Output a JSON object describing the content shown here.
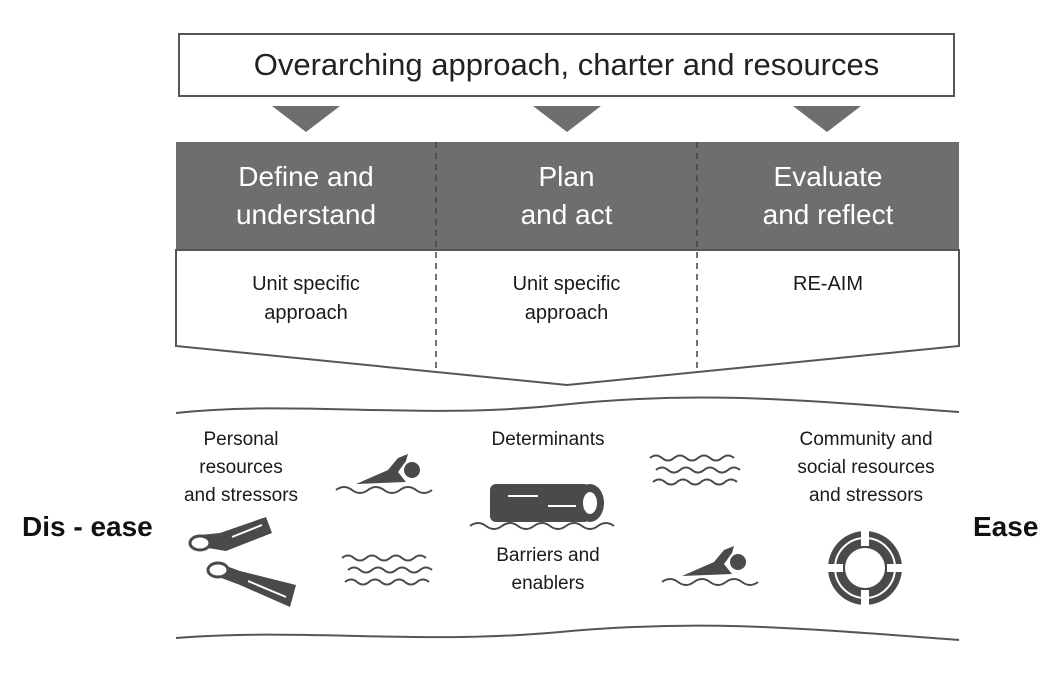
{
  "top_box": {
    "label": "Overarching approach, charter and resources"
  },
  "stages": [
    {
      "line1": "Define and",
      "line2": "understand",
      "sub_line1": "Unit specific",
      "sub_line2": "approach"
    },
    {
      "line1": "Plan",
      "line2": "and act",
      "sub_line1": "Unit specific",
      "sub_line2": "approach"
    },
    {
      "line1": "Evaluate",
      "line2": "and reflect",
      "sub_line1": "RE-AIM",
      "sub_line2": ""
    }
  ],
  "river": {
    "personal": [
      "Personal",
      "resources",
      "and stressors"
    ],
    "determinants": "Determinants",
    "barriers": [
      "Barriers and",
      "enablers"
    ],
    "community": [
      "Community and",
      "social resources",
      "and stressors"
    ]
  },
  "sides": {
    "left": "Dis - ease",
    "right": "Ease"
  },
  "colors": {
    "header_fill": "#6e6e6e",
    "outline": "#555555",
    "icon": "#4a4a4a"
  },
  "icons": [
    "arrow-down-icon",
    "swimmer-icon",
    "flippers-icon",
    "log-icon",
    "waves-icon",
    "life-ring-icon"
  ]
}
